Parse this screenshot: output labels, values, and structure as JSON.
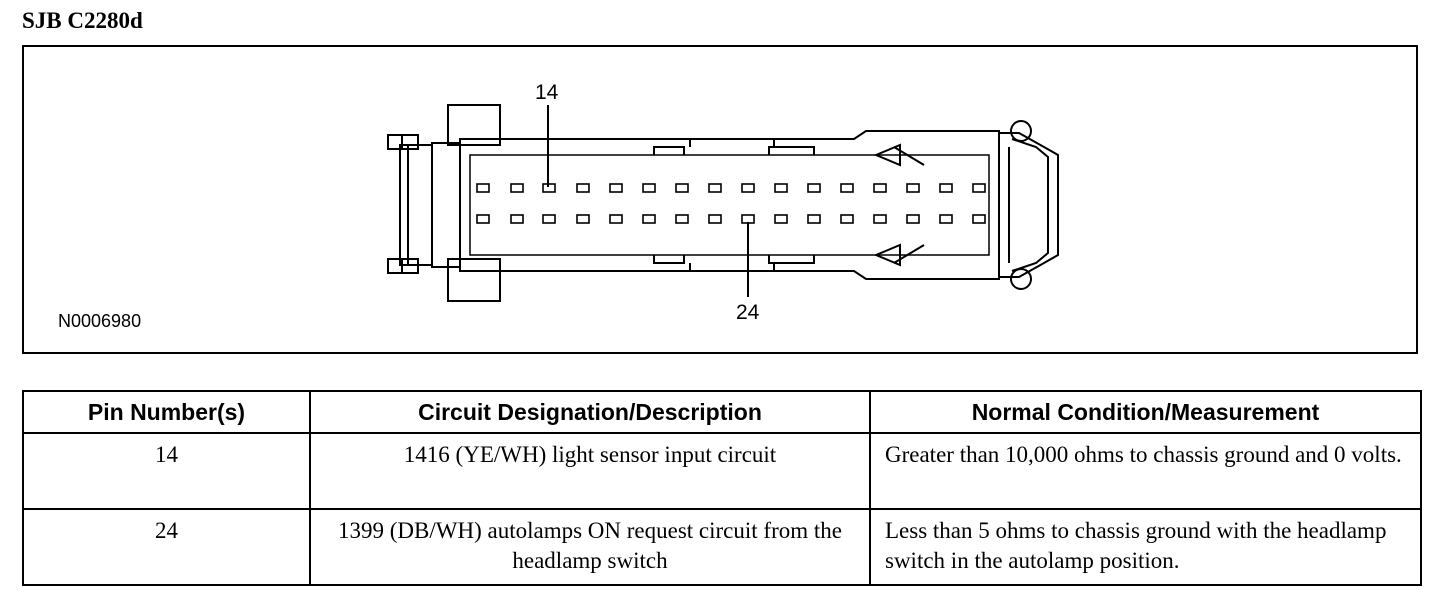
{
  "title": "SJB C2280d",
  "diagram": {
    "figure_id": "N0006980",
    "pin_labels": {
      "top": "14",
      "bottom": "24"
    }
  },
  "table": {
    "headers": [
      "Pin Number(s)",
      "Circuit Designation/Description",
      "Normal Condition/Measurement"
    ],
    "rows": [
      {
        "pin": "14",
        "circuit": "1416 (YE/WH) light sensor input circuit",
        "condition": "Greater than 10,000 ohms to chassis ground and 0 volts."
      },
      {
        "pin": "24",
        "circuit": "1399 (DB/WH) autolamps ON request circuit from the headlamp switch",
        "condition": "Less than 5 ohms to chassis ground with the headlamp switch in the autolamp position."
      }
    ]
  }
}
